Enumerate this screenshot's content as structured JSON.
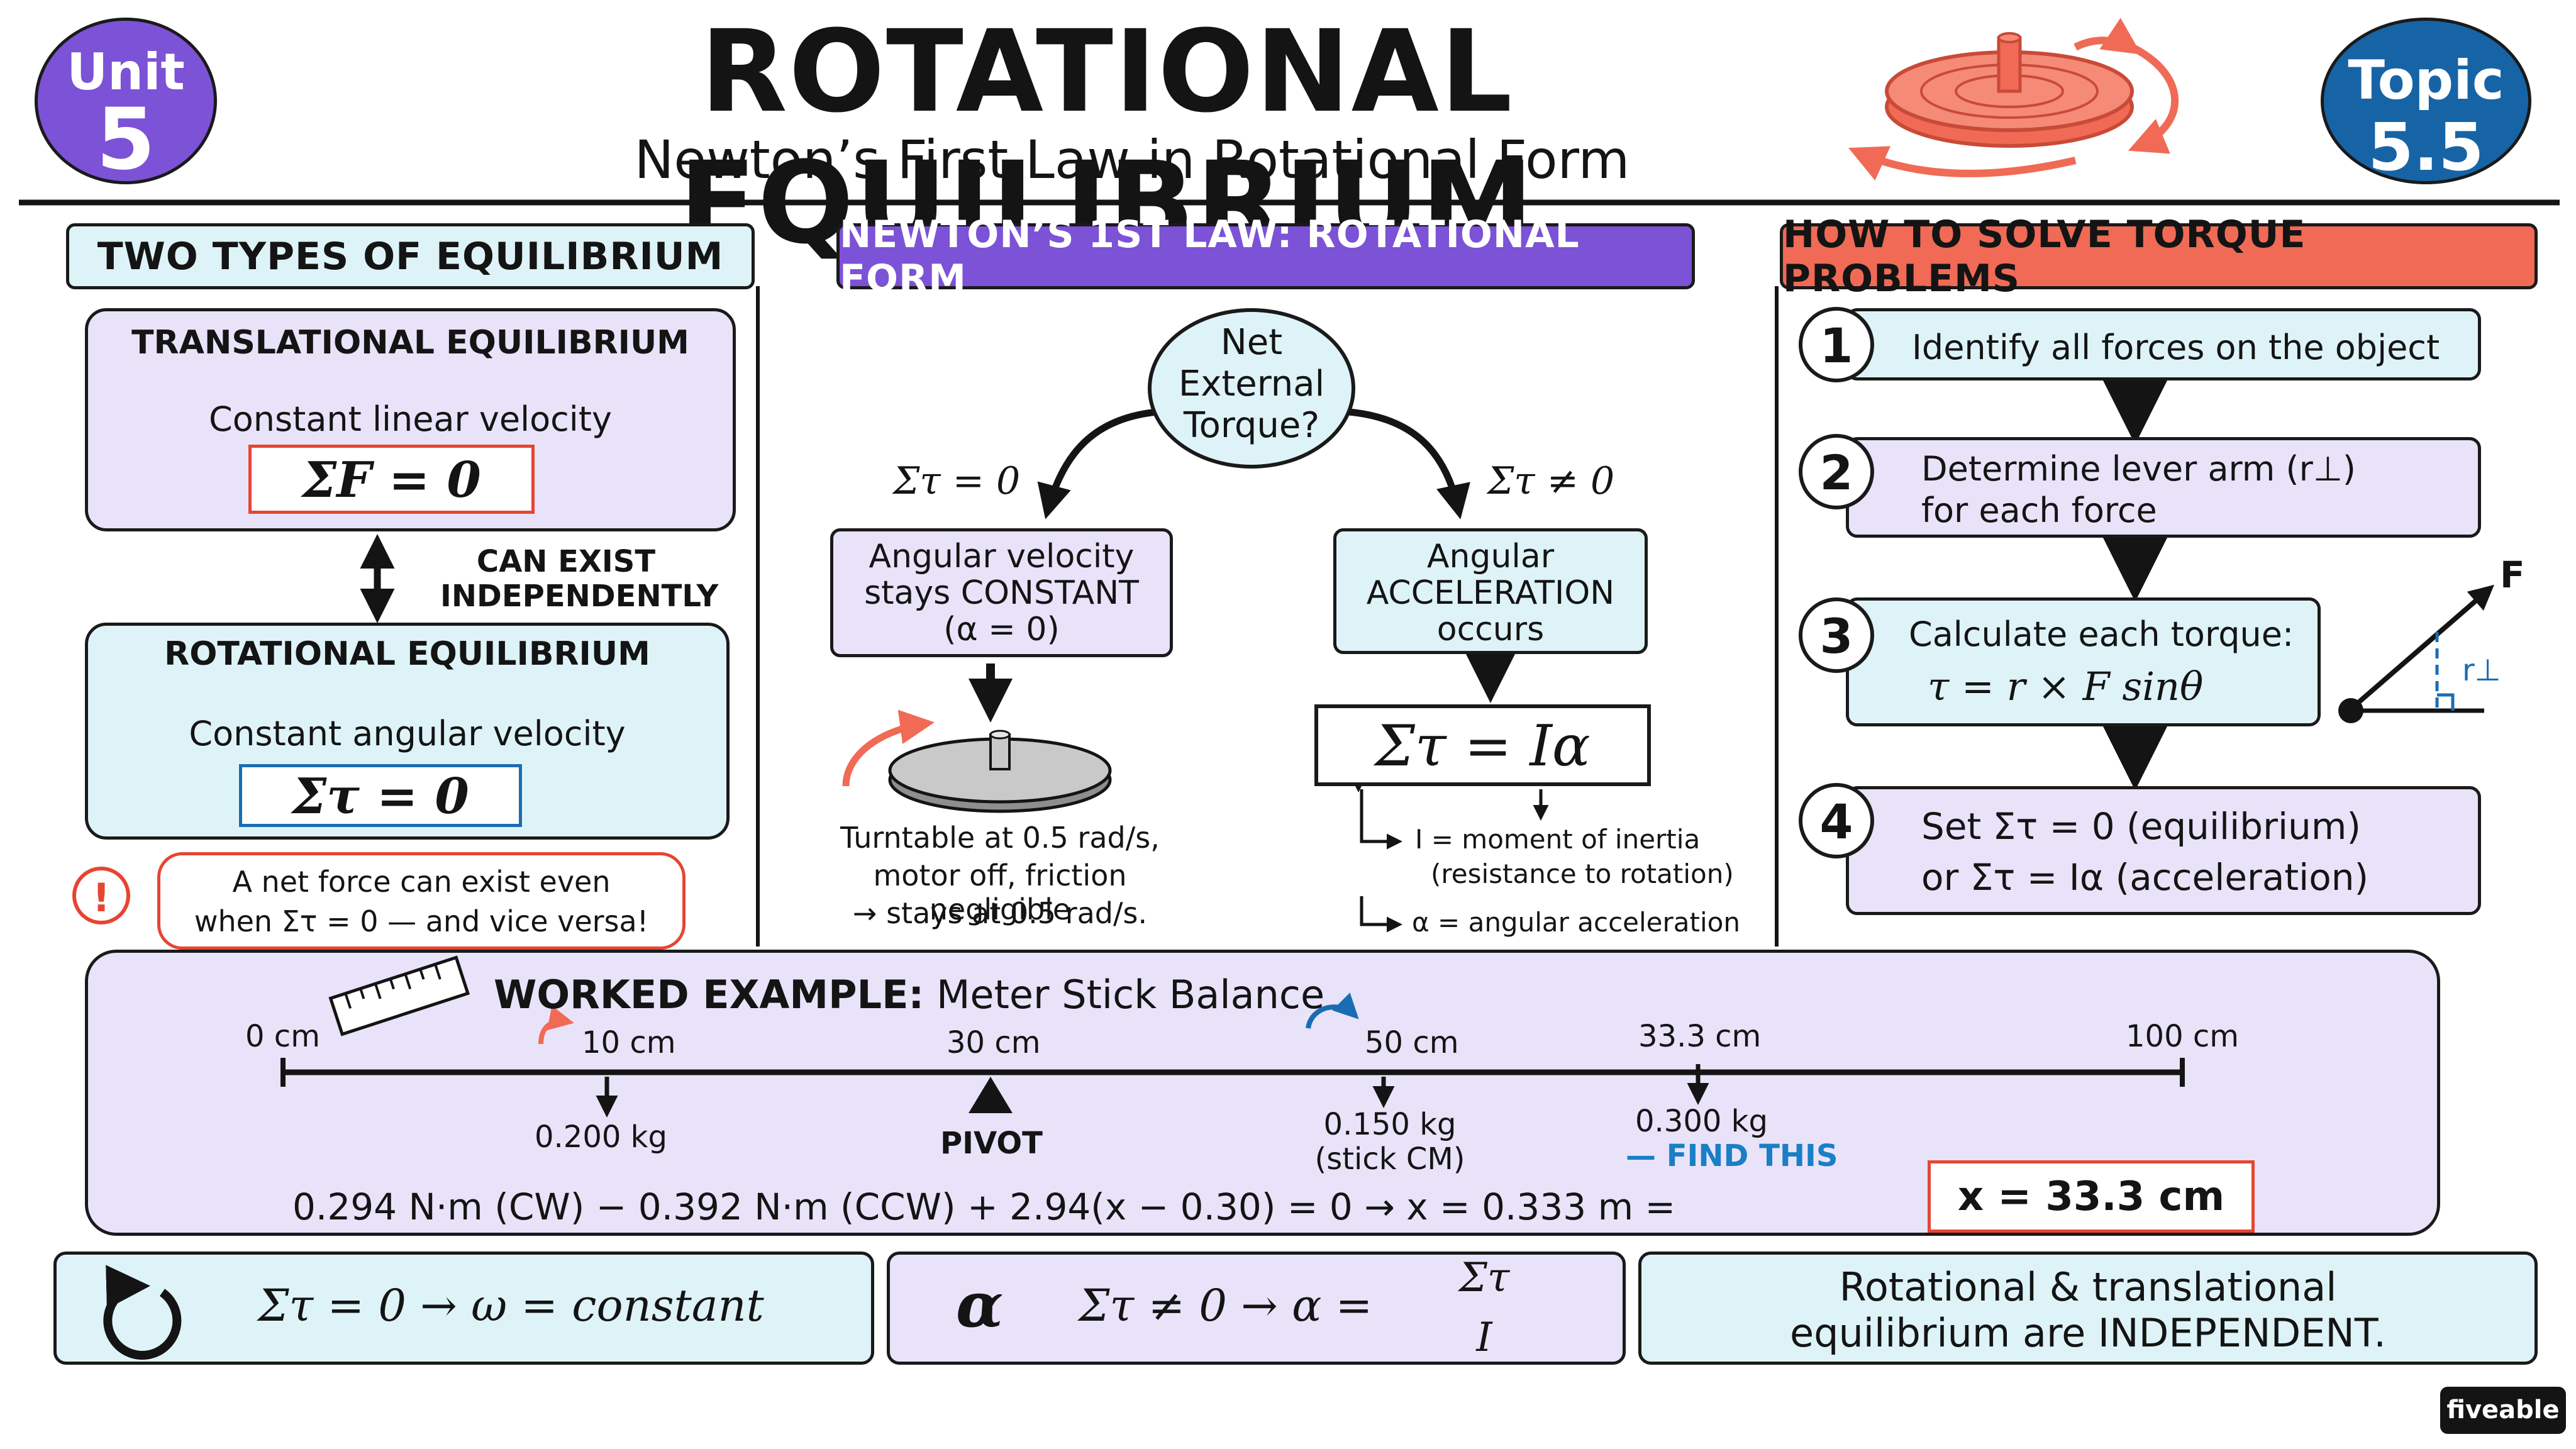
{
  "header": {
    "unit_label": "Unit",
    "unit_number": "5",
    "title": "ROTATIONAL EQUILIBRIUM",
    "subtitle": "Newton’s First Law in Rotational Form",
    "topic_label": "Topic",
    "topic_number": "5.5"
  },
  "left_panel": {
    "heading": "TWO TYPES OF EQUILIBRIUM",
    "translational": {
      "title": "TRANSLATIONAL EQUILIBRIUM",
      "caption": "Constant linear velocity",
      "equation": "ΣF = 0"
    },
    "link_text_1": "CAN EXIST",
    "link_text_2": "INDEPENDENTLY",
    "rotational": {
      "title": "ROTATIONAL EQUILIBRIUM",
      "caption": "Constant angular velocity",
      "equation": "Στ = 0"
    },
    "warning_icon": "!",
    "warning_line_1": "A net force can exist even",
    "warning_line_2": "when Στ = 0 — and vice versa!"
  },
  "middle_panel": {
    "heading": "NEWTON’S 1ST LAW: ROTATIONAL FORM",
    "question_1": "Net",
    "question_2": "External",
    "question_3": "Torque?",
    "left_branch_label": "Στ = 0",
    "right_branch_label": "Στ ≠ 0",
    "left_box_1": "Angular velocity",
    "left_box_2": "stays CONSTANT",
    "left_box_3": "(α = 0)",
    "right_box_1": "Angular",
    "right_box_2": "ACCELERATION",
    "right_box_3": "occurs",
    "equation": "Στ = Iα",
    "turntable_1": "Turntable at 0.5 rad/s,",
    "turntable_2": "motor off, friction negligible",
    "turntable_3": "→ stays at 0.5 rad/s.",
    "def_I_1": "I = moment of inertia",
    "def_I_2": "(resistance to rotation)",
    "def_alpha": "α = angular acceleration"
  },
  "right_panel": {
    "heading": "HOW TO SOLVE TORQUE PROBLEMS",
    "steps": [
      {
        "number": "1",
        "line_1": "Identify all forces on the object",
        "line_2": ""
      },
      {
        "number": "2",
        "line_1": "Determine lever arm (r⊥)",
        "line_2": "for each force"
      },
      {
        "number": "3",
        "line_1": "Calculate each torque:",
        "line_2": "τ = r × F sinθ"
      },
      {
        "number": "4",
        "line_1": "Set Στ = 0 (equilibrium)",
        "line_2": "or Στ = Iα (acceleration)"
      }
    ],
    "force_label": "F",
    "lever_label": "r⊥"
  },
  "worked_example": {
    "title_bold": "WORKED EXAMPLE:",
    "title_rest": "Meter Stick Balance",
    "tick_0": "0 cm",
    "tick_10": "10 cm",
    "tick_30": "30 cm",
    "tick_50": "50 cm",
    "tick_333": "33.3 cm",
    "tick_100": "100 cm",
    "mass_1": "0.200 kg",
    "pivot": "PIVOT",
    "mass_2_1": "0.150 kg",
    "mass_2_2": "(stick CM)",
    "mass_3": "0.300 kg",
    "find_this": "— FIND THIS",
    "equation": "0.294 N·m (CW) − 0.392 N·m (CCW) + 2.94(x − 0.30) = 0 → x = 0.333 m =",
    "answer": "x = 33.3 cm"
  },
  "summary": {
    "left": "Στ = 0 → ω = constant",
    "mid_icon": "α",
    "mid_text": "Στ ≠ 0 → α =",
    "mid_num": "Στ",
    "mid_den": "I",
    "right_1": "Rotational & translational",
    "right_2": "equilibrium are INDEPENDENT."
  },
  "brand": "fiveable",
  "colors": {
    "purple": "#7c52d6",
    "blue_badge": "#1664a6",
    "coral": "#f06a55",
    "lavender": "#e9e3fa",
    "light_blue": "#def3f8",
    "red_outline": "#e64532",
    "blue_outline": "#1a6db3",
    "find_blue": "#1a7fc4"
  }
}
